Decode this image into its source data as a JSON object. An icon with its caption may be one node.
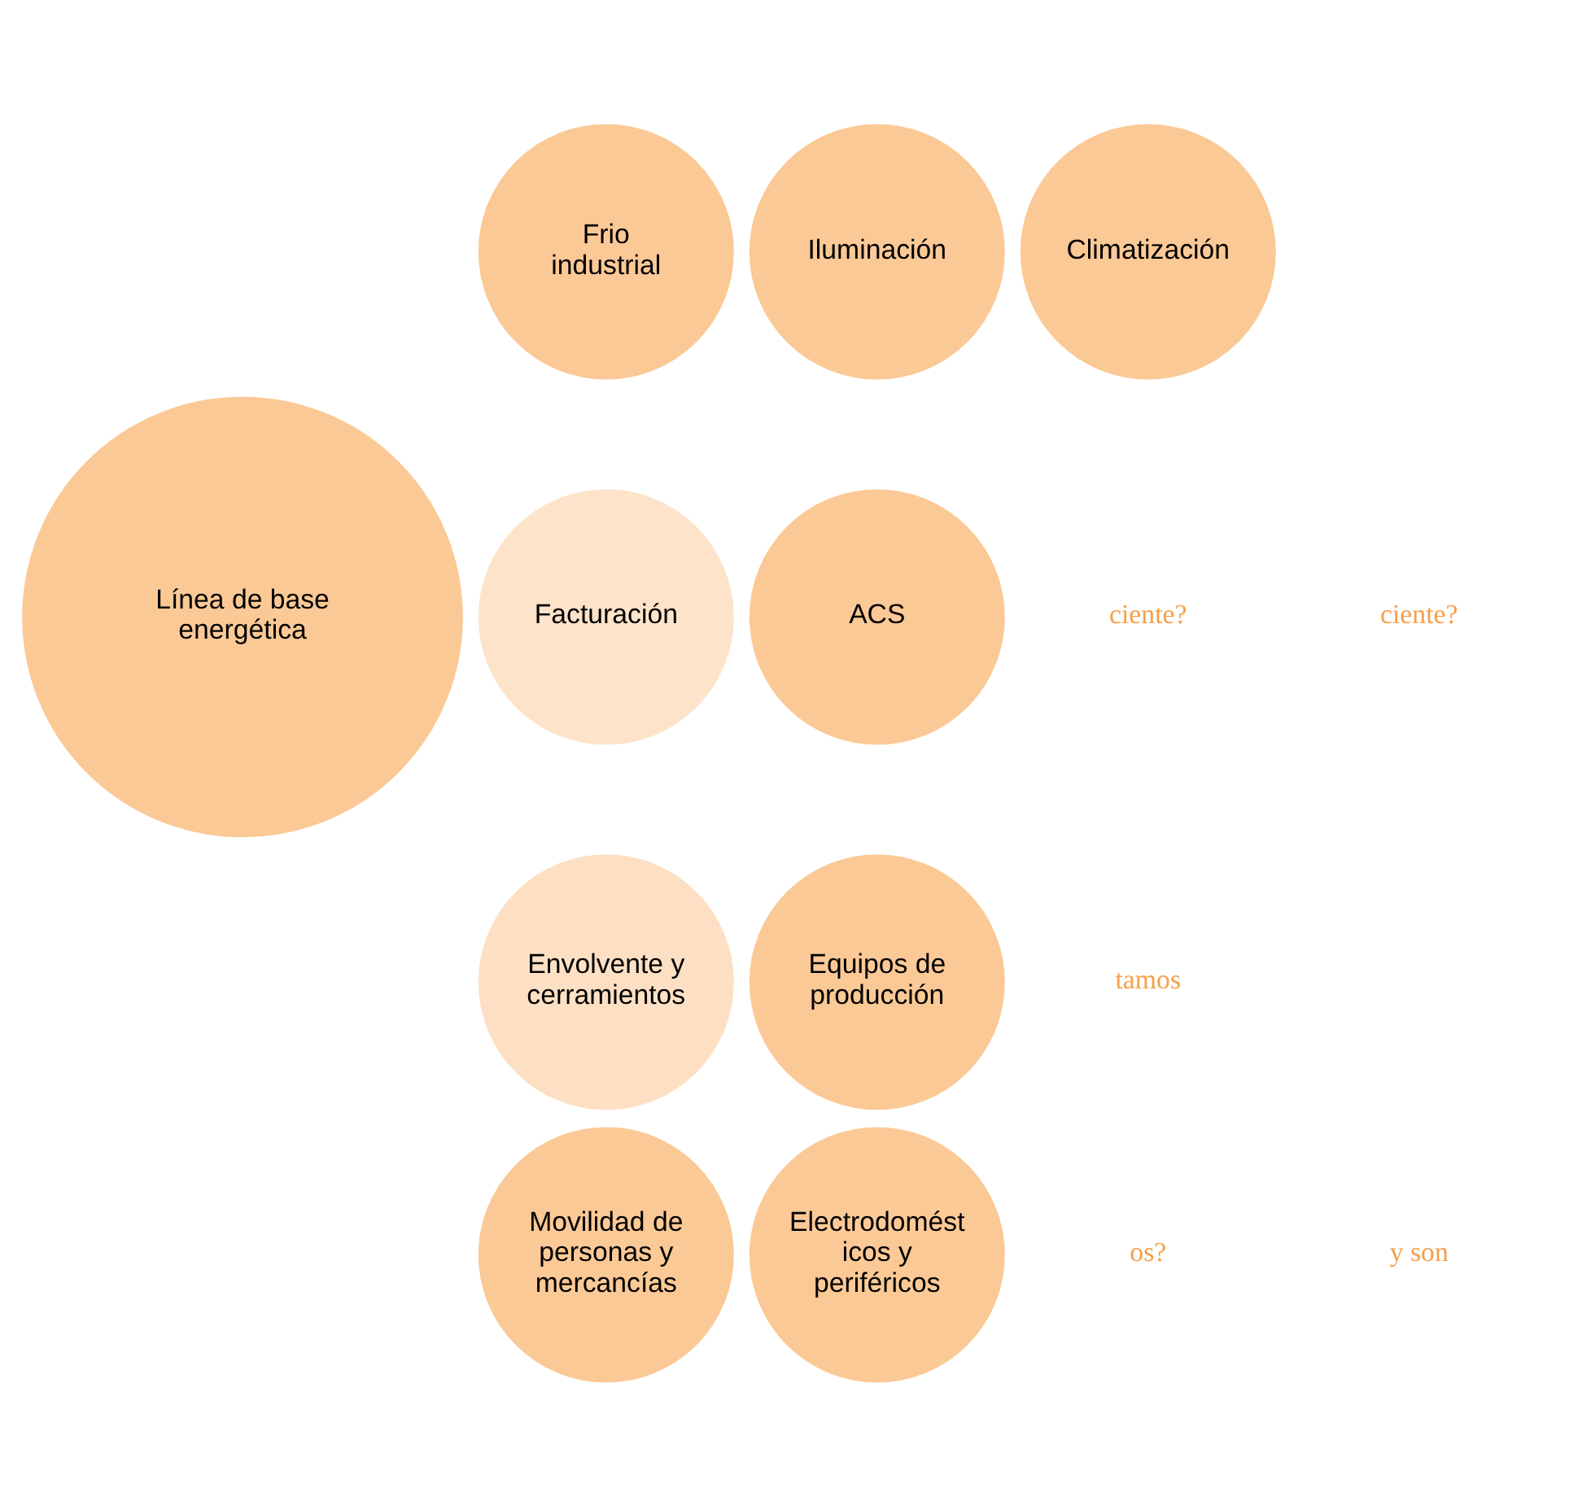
{
  "diagram": {
    "nodes": [
      {
        "text": [
          "Línea de base energética"
        ]
      },
      {
        "text": [
          "Frio industrial"
        ]
      },
      {
        "text": [
          "Iluminación"
        ]
      },
      {
        "text": [
          "Climatización"
        ]
      },
      {
        "text": [
          "Facturación"
        ]
      },
      {
        "text": [
          "ACS"
        ]
      },
      {
        "text": [
          "Envolvente y cerramientos"
        ]
      },
      {
        "text": [
          "Equipos de producción"
        ]
      },
      {
        "text": [
          "Movilidad de personas y mercancías"
        ]
      },
      {
        "text": [
          "Electrodomésticos y periféricos"
        ]
      }
    ],
    "edges": [],
    "labels": [
      "ciente?",
      "ciente?",
      "tamos",
      "os?",
      "y son"
    ]
  }
}
